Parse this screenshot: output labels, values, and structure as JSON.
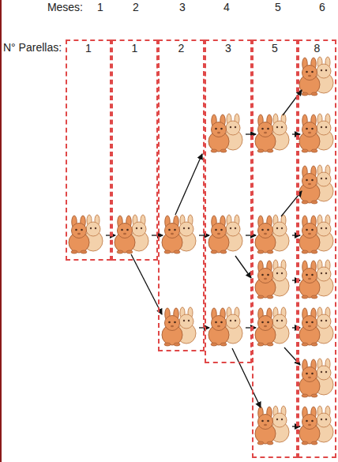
{
  "diagram": {
    "nodes": [
      {
        "text": [
          "1"
        ]
      },
      {
        "text": [
          "1"
        ]
      },
      {
        "text": [
          "2"
        ]
      },
      {
        "text": [
          "3"
        ]
      },
      {
        "text": [
          "5"
        ]
      },
      {
        "text": [
          "8"
        ]
      }
    ],
    "labels": [
      "Meses:",
      "1",
      "2",
      "3",
      "4",
      "5",
      "6",
      "N° Parellas:"
    ]
  }
}
